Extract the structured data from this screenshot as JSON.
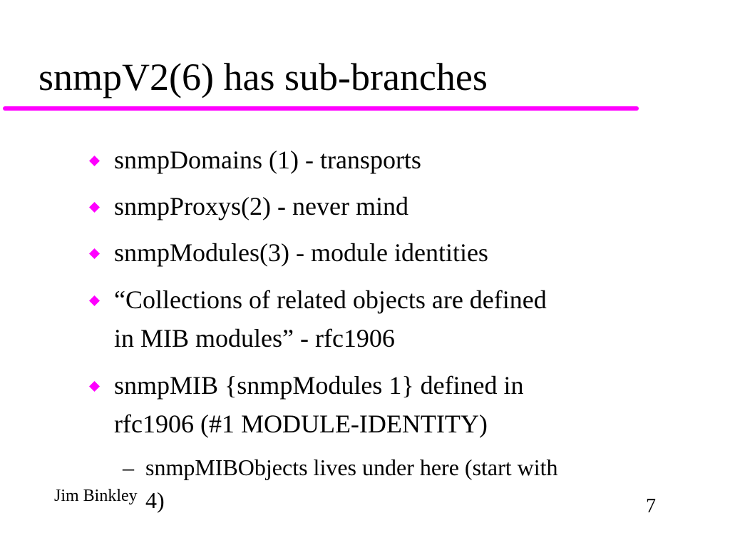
{
  "slide": {
    "title": "snmpV2(6) has sub-branches",
    "accent_color": "#ff00ff",
    "bullets": [
      {
        "lines": [
          "snmpDomains (1) - transports"
        ]
      },
      {
        "lines": [
          "snmpProxys(2) - never mind"
        ]
      },
      {
        "lines": [
          "snmpModules(3) - module identities"
        ]
      },
      {
        "lines": [
          "“Collections of related objects are defined",
          "in MIB modules” - rfc1906"
        ]
      },
      {
        "lines": [
          "snmpMIB {snmpModules 1} defined in",
          "rfc1906 (#1 MODULE-IDENTITY)"
        ]
      }
    ],
    "sub_bullet": {
      "dash": "–",
      "lines": [
        "snmpMIBObjects lives under here (start with",
        "4)"
      ]
    },
    "bullet_icon": "diamond-bullet-icon"
  },
  "footer": {
    "author": "Jim Binkley",
    "page_number": "7"
  }
}
